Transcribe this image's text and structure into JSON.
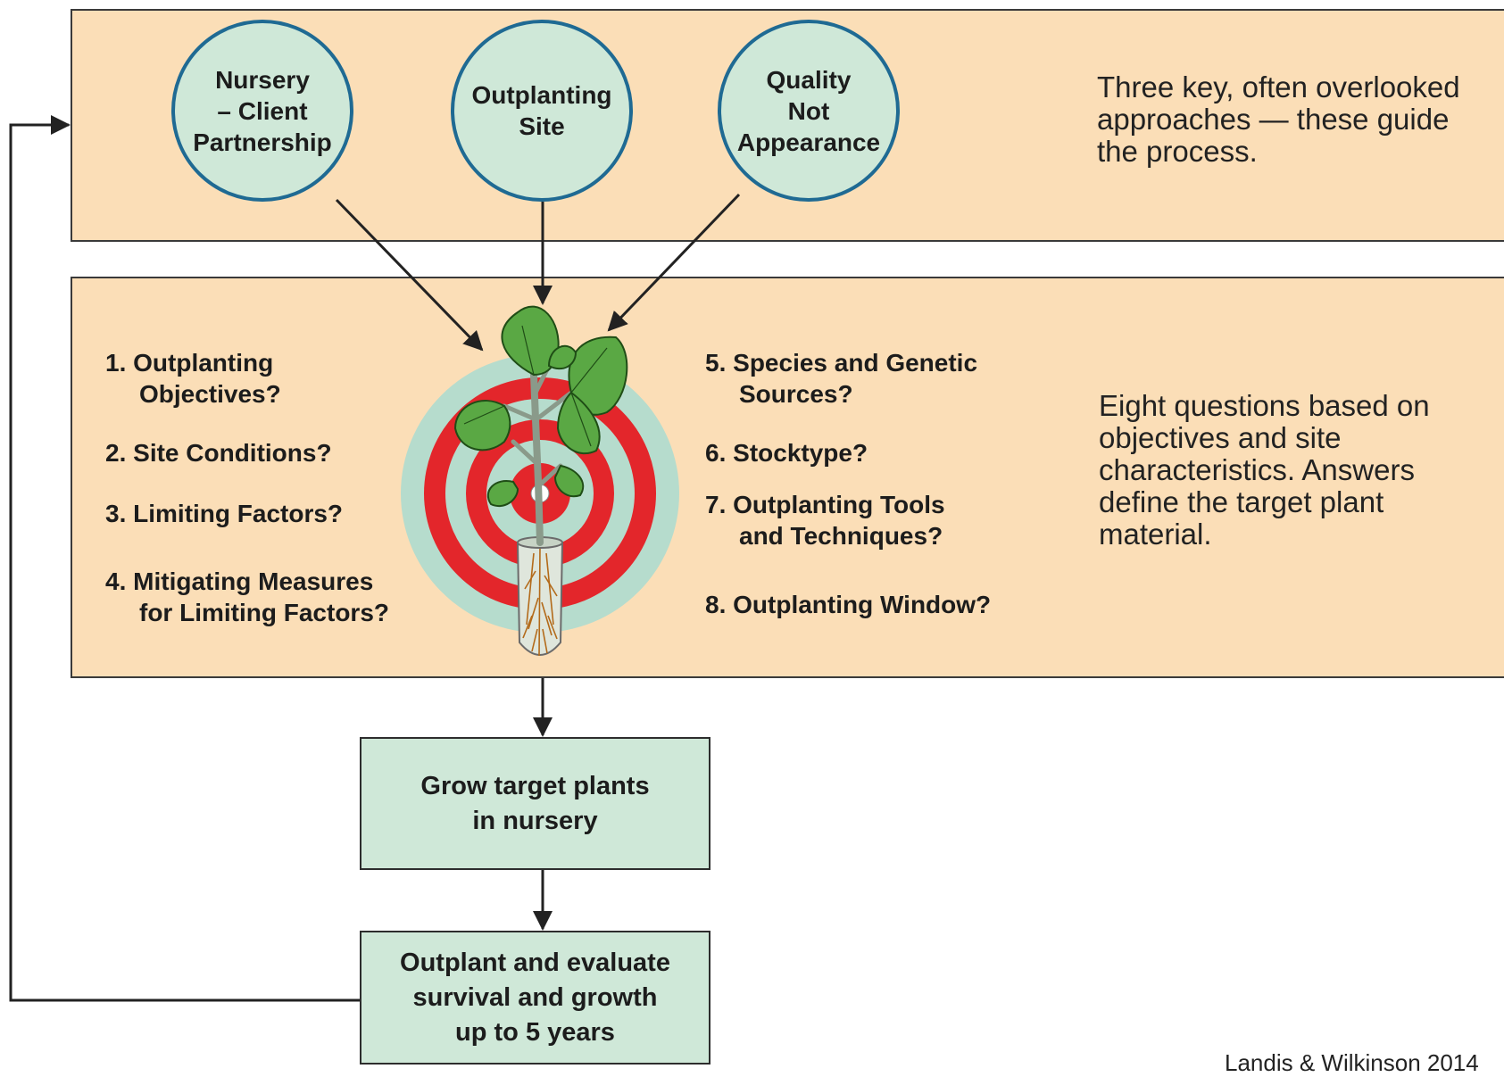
{
  "approaches": {
    "items": [
      {
        "label": "Nursery\n– Client\nPartnership"
      },
      {
        "label": "Outplanting\nSite"
      },
      {
        "label": "Quality\nNot\nAppearance"
      }
    ],
    "note": "Three key, often overlooked approaches — these guide the process."
  },
  "questions": {
    "items": [
      {
        "num": "1.",
        "text": "Outplanting",
        "cont": "Objectives?"
      },
      {
        "num": "2.",
        "text": "Site Conditions?",
        "cont": ""
      },
      {
        "num": "3.",
        "text": "Limiting Factors?",
        "cont": ""
      },
      {
        "num": "4.",
        "text": "Mitigating Measures",
        "cont": "for Limiting Factors?"
      },
      {
        "num": "5.",
        "text": "Species and Genetic",
        "cont": "Sources?"
      },
      {
        "num": "6.",
        "text": "Stocktype?",
        "cont": ""
      },
      {
        "num": "7.",
        "text": "Outplanting Tools",
        "cont": "and Techniques?"
      },
      {
        "num": "8.",
        "text": "Outplanting Window?",
        "cont": ""
      }
    ],
    "note": "Eight questions based on objectives and site characteristics. Answers define the target plant material."
  },
  "flow": {
    "grow": "Grow target plants\nin nursery",
    "outplant": "Outplant and evaluate\nsurvival and growth\nup to 5 years"
  },
  "credit": "Landis & Wilkinson 2014",
  "icons": {
    "target": "target-seedling-icon"
  },
  "colors": {
    "panel": "#fbdeb7",
    "circle_fill": "#cfe8d8",
    "circle_border": "#1f6a93",
    "box_fill": "#cfe8d8",
    "target_red": "#e3262b",
    "target_green": "#b6dccd",
    "leaf": "#5aa844"
  }
}
